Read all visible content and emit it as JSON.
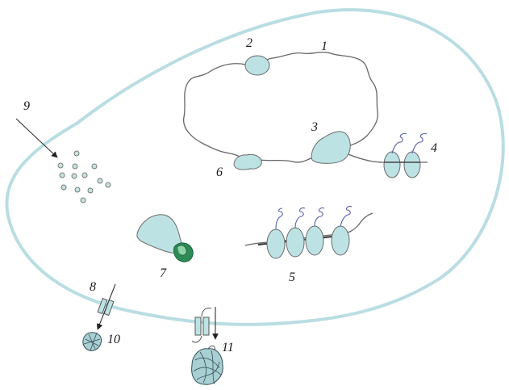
{
  "labels": {
    "l1": "1",
    "l2": "2",
    "l3": "3",
    "l4": "4",
    "l5": "5",
    "l6": "6",
    "l7": "7",
    "l8": "8",
    "l9": "9",
    "l10": "10",
    "l11": "11"
  },
  "colors": {
    "membrane": "#b9dde2",
    "protein_fill": "#bde2e4",
    "proteasome_green": "#2e8b57",
    "peptide_chain": "#5a5fb0"
  }
}
